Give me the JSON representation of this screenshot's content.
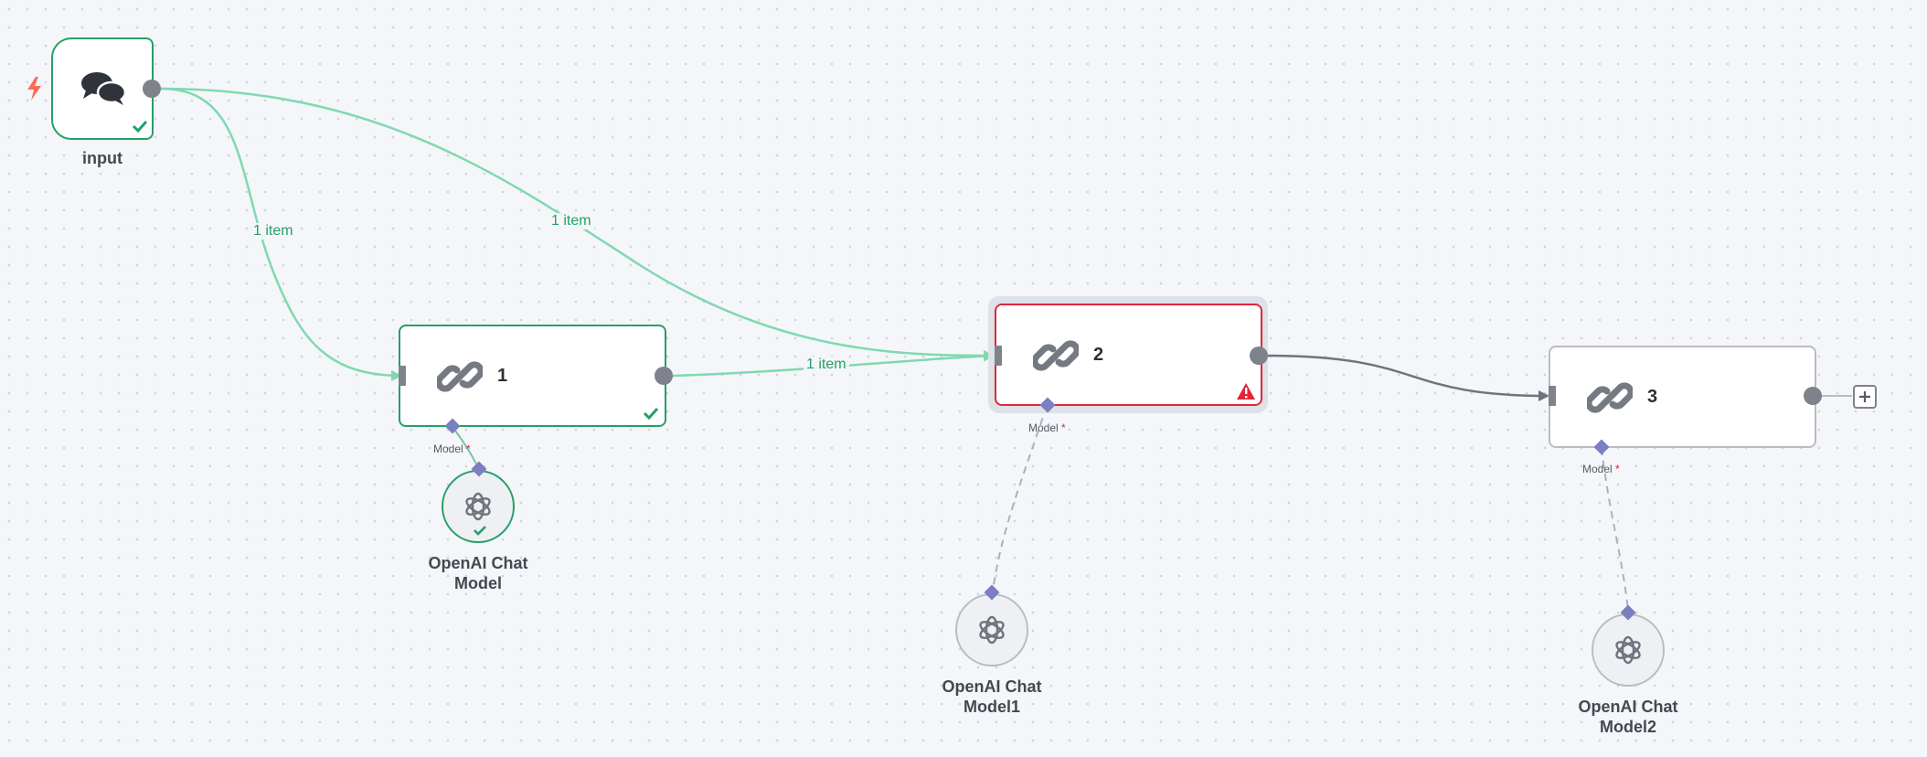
{
  "nodes": {
    "input": {
      "label": "input"
    },
    "n1": {
      "title": "1",
      "model_tag": "Model",
      "required_mark": "*"
    },
    "n2": {
      "title": "2",
      "model_tag": "Model",
      "required_mark": "*"
    },
    "n3": {
      "title": "3",
      "model_tag": "Model",
      "required_mark": "*"
    }
  },
  "sub_nodes": [
    {
      "label": "OpenAI Chat Model"
    },
    {
      "label": "OpenAI Chat Model1"
    },
    {
      "label": "OpenAI Chat Model2"
    }
  ],
  "edge_labels": {
    "input_to_1": "1 item",
    "input_to_2": "1 item",
    "one_to_2": "1 item"
  },
  "icons": {
    "trigger": "lightning-bolt-icon",
    "input": "chat-bubbles-icon",
    "chain": "link-chain-icon",
    "openai": "openai-logo-icon",
    "success": "checkmark-icon",
    "error": "warning-triangle-icon",
    "add": "plus-icon"
  },
  "colors": {
    "success": "#24a065",
    "error": "#e0263a",
    "success_edge": "#7fd9b0",
    "default_edge": "#6f737c",
    "model_diamond": "#7b7fc0",
    "trigger_bolt": "#ff6d5a"
  }
}
